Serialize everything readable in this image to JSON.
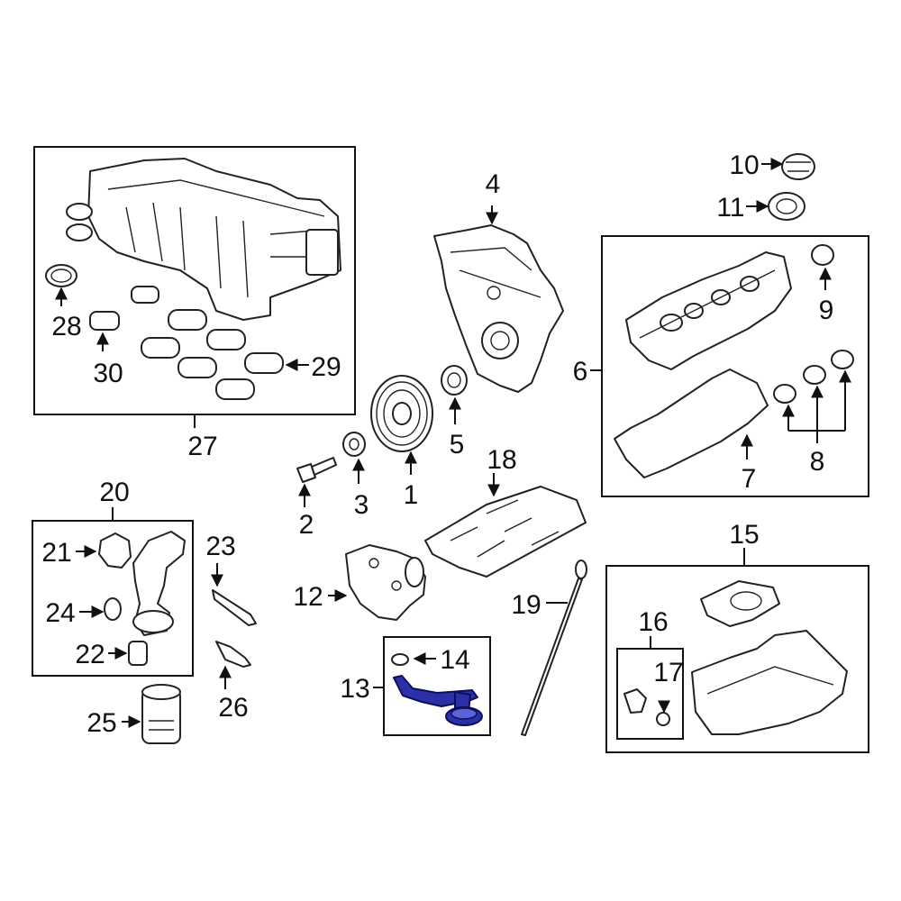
{
  "diagram": {
    "callouts": {
      "n1": "1",
      "n2": "2",
      "n3": "3",
      "n4": "4",
      "n5": "5",
      "n6": "6",
      "n7": "7",
      "n8": "8",
      "n9": "9",
      "n10": "10",
      "n11": "11",
      "n12": "12",
      "n13": "13",
      "n14": "14",
      "n15": "15",
      "n16": "16",
      "n17": "17",
      "n18": "18",
      "n19": "19",
      "n20": "20",
      "n21": "21",
      "n22": "22",
      "n23": "23",
      "n24": "24",
      "n25": "25",
      "n26": "26",
      "n27": "27",
      "n28": "28",
      "n29": "29",
      "n30": "30"
    },
    "highlighted_part": "13",
    "colors": {
      "line": "#111111",
      "highlight": "#2b2fa8",
      "background": "#ffffff"
    }
  }
}
